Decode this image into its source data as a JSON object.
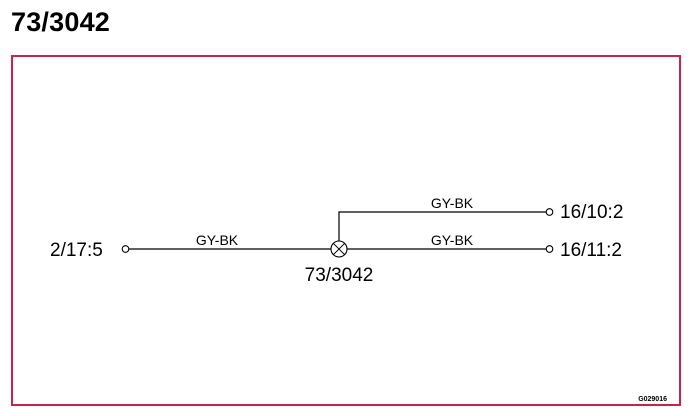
{
  "page_title": "73/3042",
  "diagram": {
    "colors": {
      "frame": "#c8234a",
      "line": "#000000"
    },
    "splice": {
      "label": "73/3042",
      "icon": "splice-junction-icon"
    },
    "connectors": {
      "left": "2/17:5",
      "right_upper": "16/10:2",
      "right_lower": "16/11:2"
    },
    "wires": {
      "left": "GY-BK",
      "right_upper": "GY-BK",
      "right_lower": "GY-BK"
    },
    "reference_code": "G029016"
  }
}
